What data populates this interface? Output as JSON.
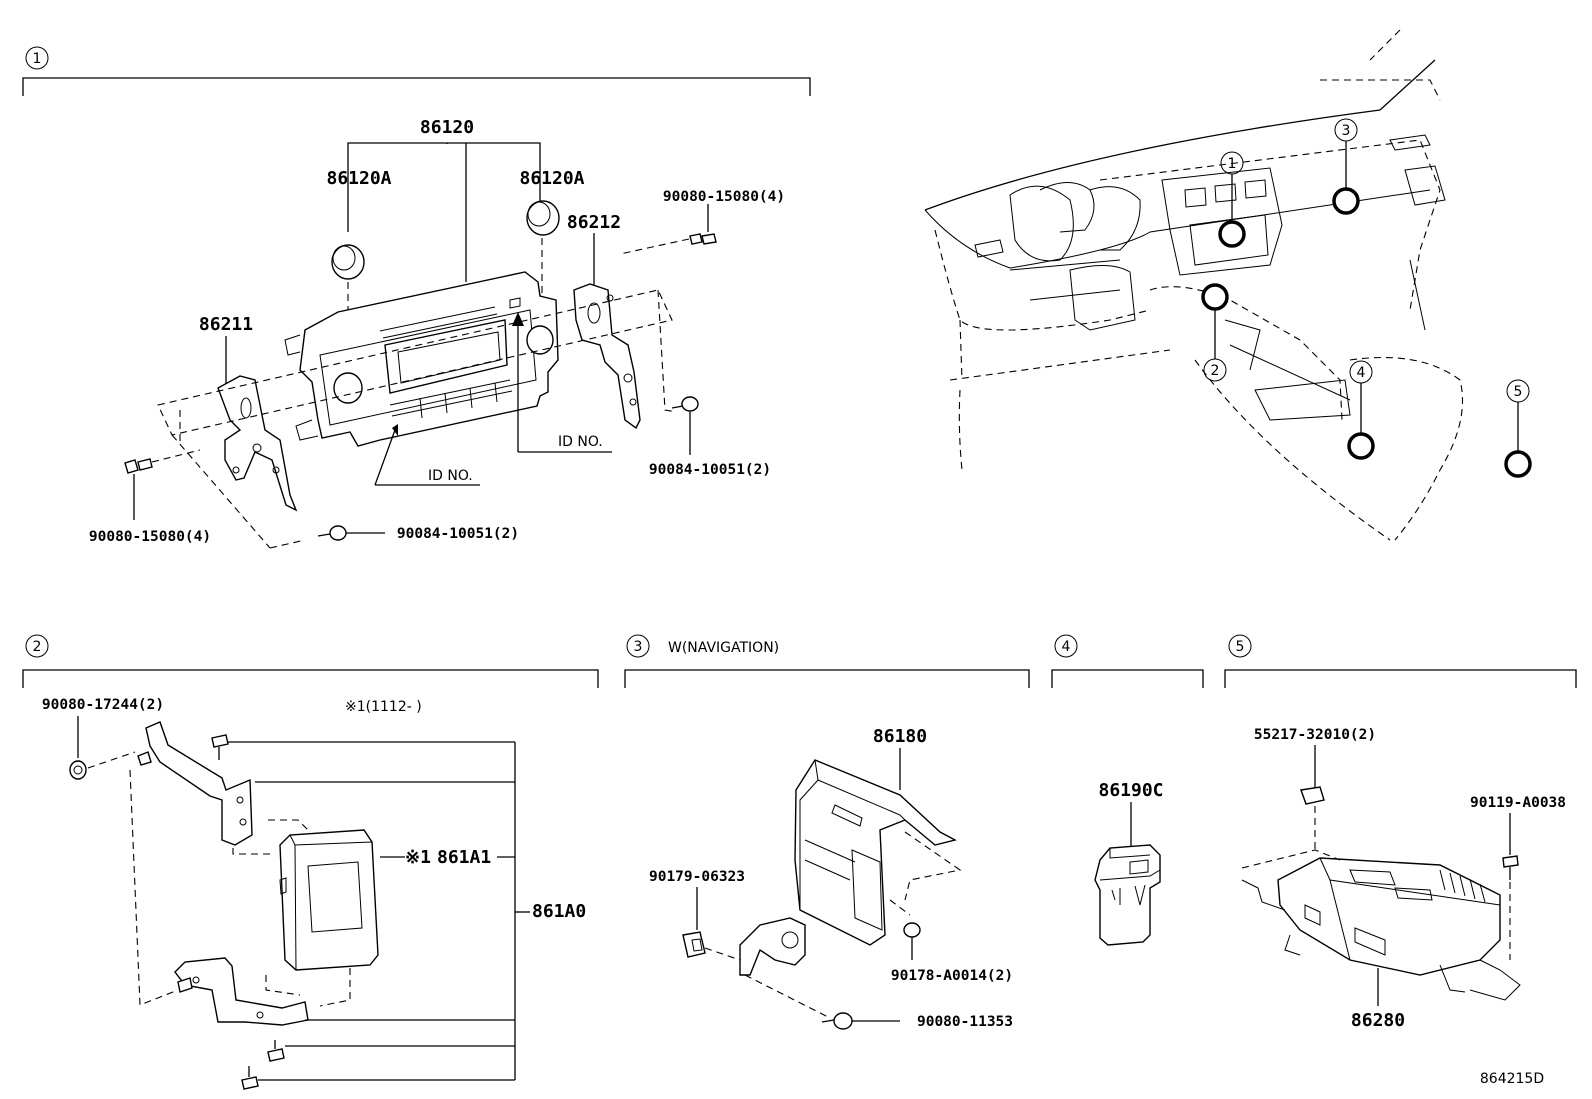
{
  "sections": [
    {
      "num": "1",
      "caption": ""
    },
    {
      "num": "2",
      "caption": ""
    },
    {
      "num": "3",
      "caption": "W(NAVIGATION)"
    },
    {
      "num": "4",
      "caption": ""
    },
    {
      "num": "5",
      "caption": ""
    }
  ],
  "location_markers": [
    "1",
    "2",
    "3",
    "4",
    "5"
  ],
  "s1": {
    "p86120": "86120",
    "p86120A_left": "86120A",
    "p86120A_right": "86120A",
    "p86212": "86212",
    "p86211": "86211",
    "bolt_tr": "90080-15080(4)",
    "bolt_bl": "90080-15080(4)",
    "screw_r": "90084-10051(2)",
    "screw_b": "90084-10051(2)",
    "id_no_1": "ID NO.",
    "id_no_2": "ID NO."
  },
  "s2": {
    "nut": "90080-17244(2)",
    "note": "※1(1112-      )",
    "note_mark": "※1",
    "p861A1": "861A1",
    "p861A0": "861A0"
  },
  "s3": {
    "p86180": "86180",
    "clip": "90179-06323",
    "nut2": "90178-A0014(2)",
    "bolt": "90080-11353"
  },
  "s4": {
    "p86190C": "86190C"
  },
  "s5": {
    "clip": "55217-32010(2)",
    "bolt": "90119-A0038",
    "p86280": "86280"
  },
  "diagram_id": "864215D"
}
